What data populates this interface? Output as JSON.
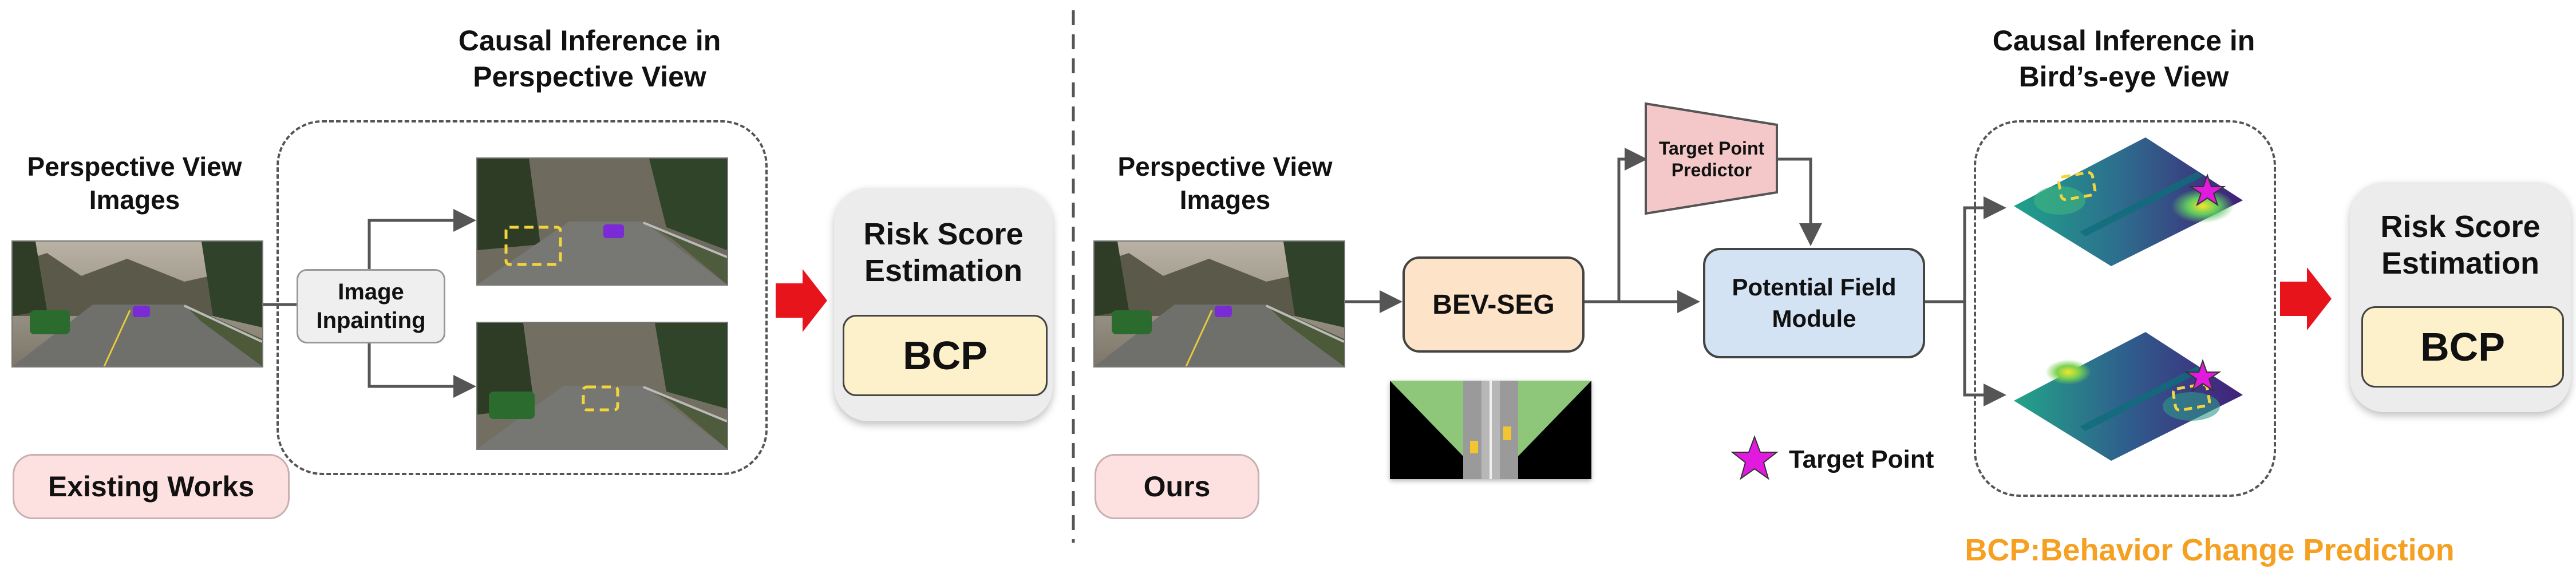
{
  "left": {
    "causal_title": "Causal Inference in\nPerspective View",
    "pv_label": "Perspective View\nImages",
    "inpainting_label": "Image\nInpainting",
    "existing_works": "Existing Works",
    "risk_title": "Risk Score\nEstimation",
    "bcp": "BCP"
  },
  "right": {
    "pv_label": "Perspective View\nImages",
    "ours": "Ours",
    "bevseg": "BEV-SEG",
    "target_point_predictor": "Target Point\nPredictor",
    "potential_field_module": "Potential Field\nModule",
    "target_point_legend": "Target Point",
    "causal_title": "Causal Inference in\nBird’s-eye View",
    "risk_title": "Risk Score\nEstimation",
    "bcp": "BCP"
  },
  "footnote": "BCP:Behavior Change Prediction",
  "colors": {
    "arrow_red": "#e8141b",
    "bev_seg_fill": "#fde3c8",
    "pfm_fill": "#d3e3f4",
    "tpp_fill": "#f4c8c8",
    "bcp_fill": "#fdf1cc",
    "footnote": "#f5a020",
    "star": "#e21ae0"
  },
  "icons": [
    "right-arrow-icon",
    "star-icon"
  ]
}
